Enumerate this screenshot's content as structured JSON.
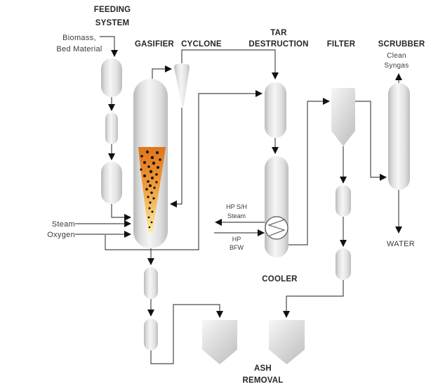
{
  "labels": {
    "feeding_system": {
      "line1": "FEEDING",
      "line2": "SYSTEM"
    },
    "biomass": {
      "line1": "Biomass,",
      "line2": "Bed Material"
    },
    "gasifier": "GASIFIER",
    "cyclone": "CYCLONE",
    "tar_destruction": {
      "line1": "TAR",
      "line2": "DESTRUCTION"
    },
    "filter": "FILTER",
    "scrubber": "SCRUBBER",
    "clean_syngas": {
      "line1": "Clean",
      "line2": "Syngas"
    },
    "steam": "Steam",
    "oxygen": "Oxygen",
    "hp_sh_steam": {
      "line1": "HP S/H",
      "line2": "Steam"
    },
    "hp_bfw": {
      "line1": "HP",
      "line2": "BFW"
    },
    "cooler": "COOLER",
    "ash_removal": {
      "line1": "ASH",
      "line2": "REMOVAL"
    },
    "water": "WATER"
  },
  "colors": {
    "line": "#4a4a4a",
    "arrow": "#111111",
    "vessel_light": "#f5f5f5",
    "vessel_dark": "#bcbcbc",
    "cone_top": "#e0741a",
    "cone_mid": "#f09a38",
    "cone_bottom": "#fcee9e",
    "particle": "#111111",
    "text": "#2e2e2e"
  },
  "gasifier": {
    "particles": [
      [
        210,
        216,
        2
      ],
      [
        224,
        217,
        2
      ],
      [
        202,
        222,
        1.8
      ],
      [
        217,
        224,
        2.2
      ],
      [
        228,
        227,
        1.8
      ],
      [
        206,
        231,
        2
      ],
      [
        219,
        232,
        2.2
      ],
      [
        212,
        237,
        1.8
      ],
      [
        225,
        238,
        2
      ],
      [
        201,
        241,
        1.6
      ],
      [
        215,
        244,
        2.2
      ],
      [
        223,
        248,
        1.8
      ],
      [
        206,
        250,
        2
      ],
      [
        217,
        253,
        2
      ],
      [
        211,
        258,
        1.8
      ],
      [
        223,
        259,
        1.6
      ],
      [
        214,
        264,
        2
      ],
      [
        220,
        267,
        1.6
      ],
      [
        209,
        269,
        1.8
      ],
      [
        216,
        274,
        1.8
      ],
      [
        211,
        280,
        1.6
      ],
      [
        219,
        282,
        1.6
      ],
      [
        214,
        288,
        1.6
      ],
      [
        213,
        296,
        1.5
      ],
      [
        217,
        301,
        1.5
      ],
      [
        212,
        309,
        1.4
      ],
      [
        216,
        316,
        1.4
      ],
      [
        213,
        323,
        1.3
      ]
    ]
  }
}
